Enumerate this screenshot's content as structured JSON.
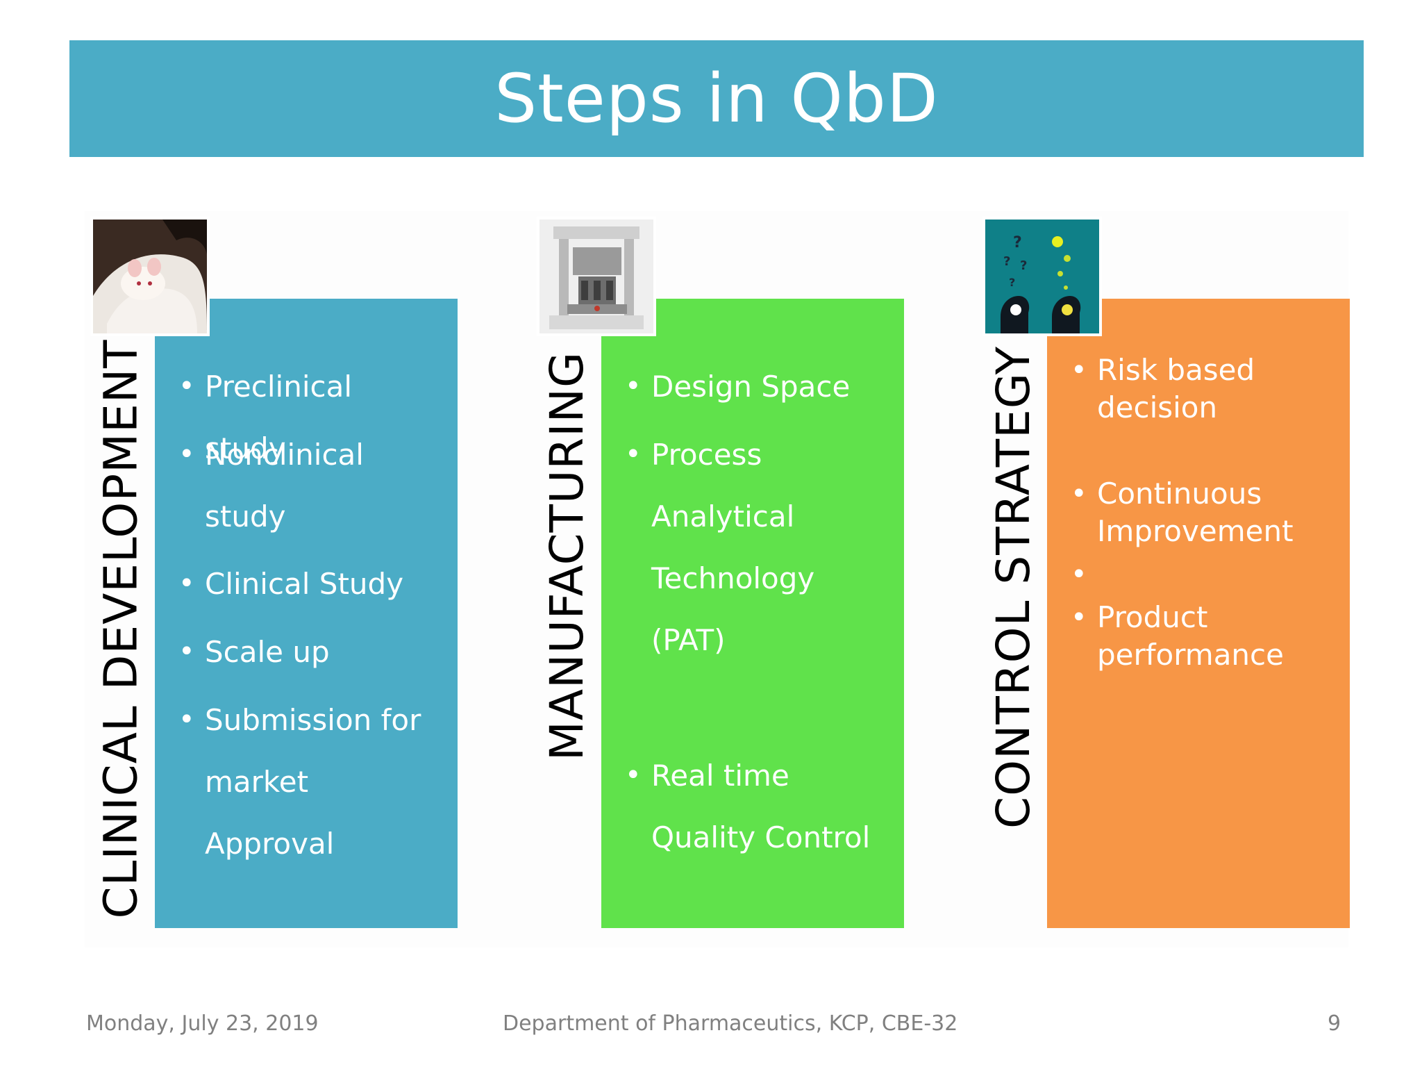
{
  "title": "Steps in QbD",
  "columns": [
    {
      "label": "CLINICAL DEVELOPMENT",
      "image": "lab-mouse-in-gloved-hand",
      "color": "#4bacc6",
      "bullets": [
        "Preclinical study",
        "Nonclinical study",
        "Clinical Study",
        "Scale up",
        "Submission for market Approval"
      ]
    },
    {
      "label": "MANUFACTURING",
      "image": "tablet-press-machine",
      "color": "#60e24b",
      "bullets": [
        "Design Space",
        "Process Analytical Technology (PAT)",
        "Real time Quality Control"
      ]
    },
    {
      "label": "CONTROL STRATEGY",
      "image": "question-and-lightbulb-heads",
      "color": "#f79646",
      "bullets": [
        "Risk based decision",
        "Continuous Improvement",
        "",
        "Product performance"
      ]
    }
  ],
  "footer": {
    "date": "Monday, July 23, 2019",
    "department": "Department of  Pharmaceutics, KCP, CBE-32",
    "page_number": "9"
  }
}
